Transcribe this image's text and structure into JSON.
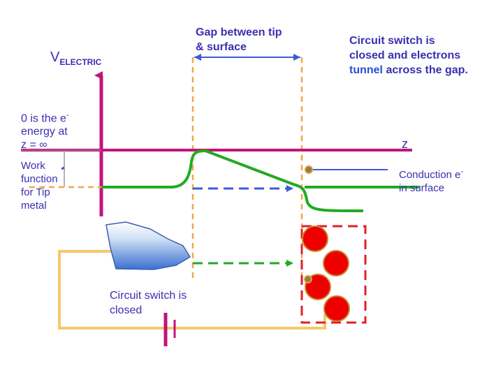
{
  "labels": {
    "v_main": "V",
    "v_sub": "ELECTRIC",
    "gap": "Gap between tip & surface",
    "zero_line1": "0 is the e",
    "zero_sup": "-",
    "zero_line2": "energy at",
    "zero_line3": "z = ∞",
    "work": "Work function for Tip metal",
    "z_axis": "z",
    "conduction_main": "Conduction e",
    "conduction_sup": "-",
    "conduction_line2": "in surface",
    "switch": "Circuit switch is closed",
    "tunnel_1": "Circuit switch is closed and electrons",
    "tunnel_word": "tunnel",
    "tunnel_2": "across the gap."
  },
  "colors": {
    "axis": "#c0157a",
    "barrier": "#22aa22",
    "dashed_orange": "#f2a64a",
    "arrow_blue": "#3b5bd9",
    "tunnel_text": "#3a2fb0",
    "tunnel_word": "#2a4fd6",
    "red_box": "#e0202a",
    "circuit": "#f5c96a",
    "battery": "#c0157a",
    "tip_fill": "#5a8ed8"
  }
}
